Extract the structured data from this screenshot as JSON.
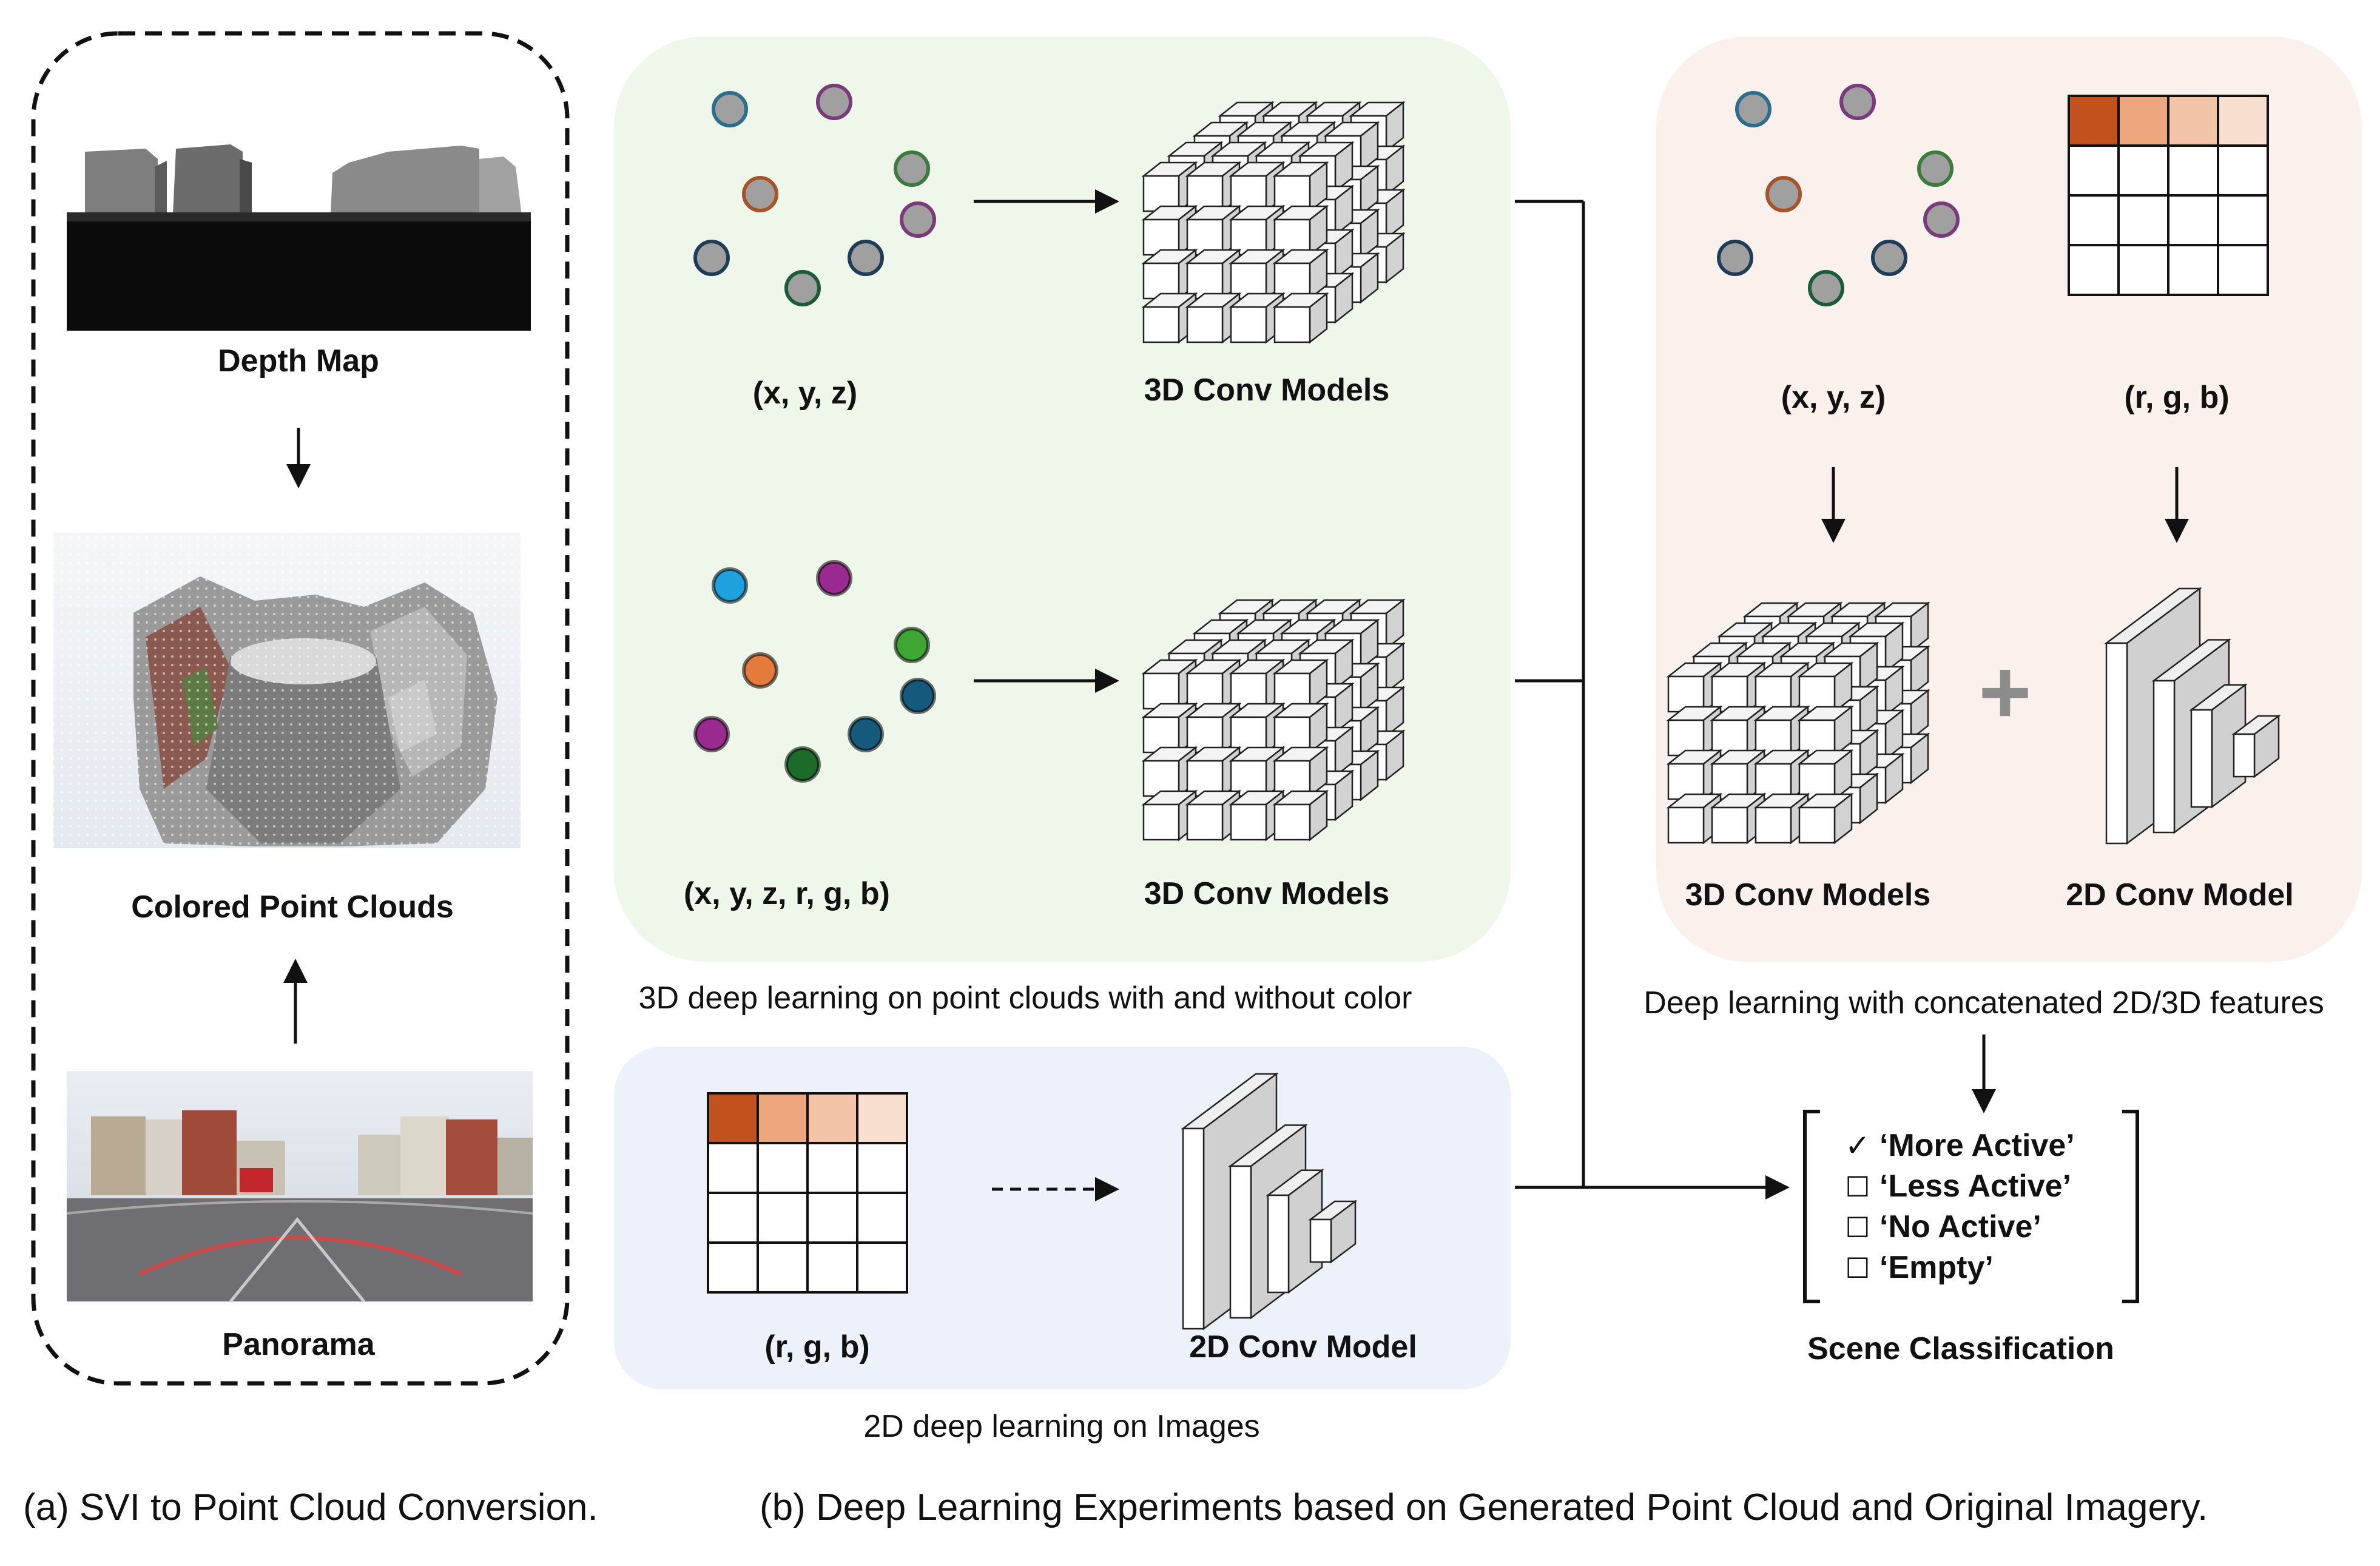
{
  "panel_a": {
    "depth_map_label": "Depth Map",
    "point_cloud_label": "Colored Point Clouds",
    "panorama_label": "Panorama",
    "caption": "(a) SVI to Point Cloud Conversion."
  },
  "panel_b": {
    "caption": "(b) Deep Learning Experiments based on Generated Point Cloud and Original Imagery.",
    "green_box": {
      "row1_input": "(x, y, z)",
      "row1_model": "3D Conv Models",
      "row2_input": "(x, y, z, r, g, b)",
      "row2_model": "3D Conv Models",
      "caption": "3D deep learning on point clouds with and without color"
    },
    "blue_box": {
      "input": "(r, g, b)",
      "model": "2D Conv Model",
      "caption": "2D deep learning on Images"
    },
    "pink_box": {
      "input_3d": "(x, y, z)",
      "input_2d": "(r, g, b)",
      "model_3d": "3D Conv Models",
      "model_2d": "2D Conv Model",
      "plus": "+",
      "caption": "Deep learning with concatenated 2D/3D features"
    },
    "classification": {
      "options": [
        {
          "mark": "✓",
          "label": "‘More Active’"
        },
        {
          "mark": "☐",
          "label": "‘Less Active’"
        },
        {
          "mark": "☐",
          "label": "‘No Active’"
        },
        {
          "mark": "☐",
          "label": "‘Empty’"
        }
      ],
      "title": "Scene Classification"
    }
  },
  "colors": {
    "green_bg": "#eef7ea",
    "blue_bg": "#edf2fa",
    "pink_bg": "#fbf1ec",
    "grid_head": [
      "#c1521e",
      "#eda77f",
      "#f4c4a8",
      "#f8dfd0"
    ],
    "points_gray_fill": "#a0a0a0",
    "points_outline": [
      "#2d6e8e",
      "#7a3b7a",
      "#3d7a3d",
      "#a6532a",
      "#1f3d57",
      "#1d5a38"
    ],
    "points_color_fill": [
      "#1ea1dc",
      "#9a2a8f",
      "#3fa535",
      "#e47a3b",
      "#9a2a8f",
      "#155a7d",
      "#155a7d",
      "#1d6b2a"
    ]
  }
}
